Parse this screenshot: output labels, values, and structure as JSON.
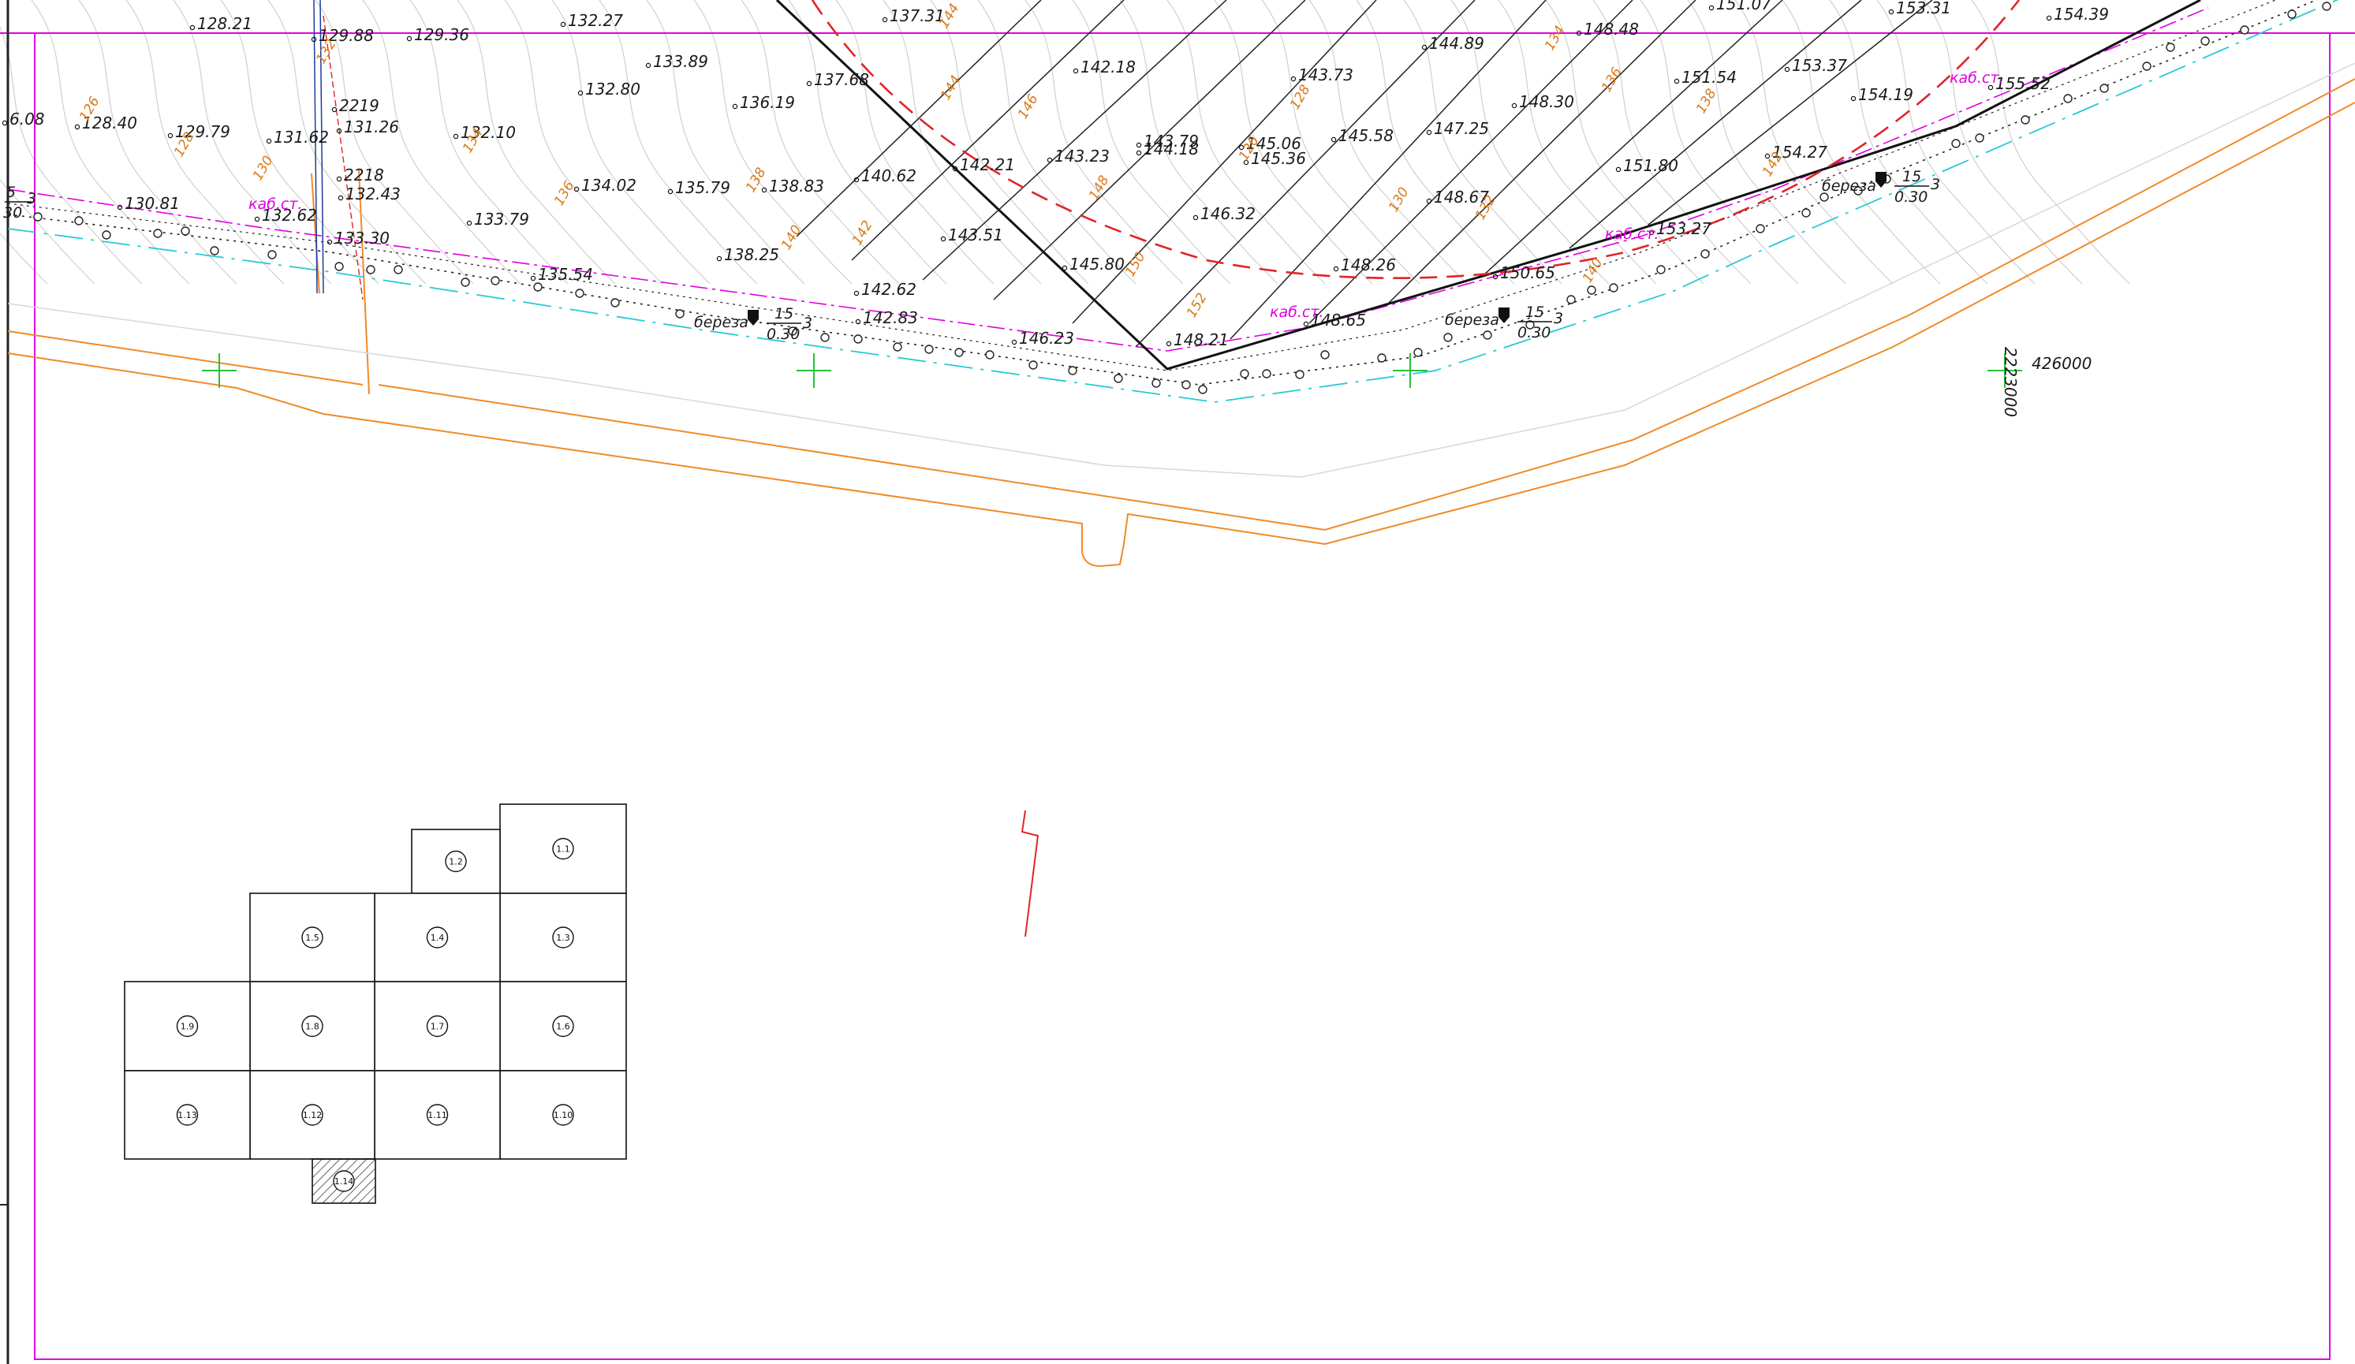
{
  "colors": {
    "frame": "#e000e0",
    "contour": "#c9c9c9",
    "road": "#f08a2a",
    "dashed_red": "#e0242a",
    "curb_cyan": "#29c9d6",
    "grid_cross": "#27c23a",
    "cable": "#e000e0"
  },
  "elevations": [
    {
      "id": "e1",
      "text": "128.21"
    },
    {
      "id": "e2",
      "text": "129.88"
    },
    {
      "id": "e3",
      "text": "129.36"
    },
    {
      "id": "e4",
      "text": "132.27"
    },
    {
      "id": "e5",
      "text": "137.31"
    },
    {
      "id": "e6",
      "text": "6.08"
    },
    {
      "id": "e7",
      "text": "128.40"
    },
    {
      "id": "e8",
      "text": "129.79"
    },
    {
      "id": "e9",
      "text": "131.62"
    },
    {
      "id": "e10",
      "text": "131.26"
    },
    {
      "id": "e11",
      "text": "132.10"
    },
    {
      "id": "e12",
      "text": "133.89"
    },
    {
      "id": "e13",
      "text": "132.80"
    },
    {
      "id": "e14",
      "text": "136.19"
    },
    {
      "id": "e15",
      "text": "137.68"
    },
    {
      "id": "e16",
      "text": "142.18"
    },
    {
      "id": "e17",
      "text": "130.81"
    },
    {
      "id": "e18",
      "text": "132.62"
    },
    {
      "id": "e19",
      "text": "132.43"
    },
    {
      "id": "e20",
      "text": "133.30"
    },
    {
      "id": "e21",
      "text": "133.79"
    },
    {
      "id": "e22",
      "text": "134.02"
    },
    {
      "id": "e23",
      "text": "135.79"
    },
    {
      "id": "e24",
      "text": "138.83"
    },
    {
      "id": "e25",
      "text": "140.62"
    },
    {
      "id": "e26",
      "text": "142.21"
    },
    {
      "id": "e27",
      "text": "143.23"
    },
    {
      "id": "e28",
      "text": "143.79"
    },
    {
      "id": "e29",
      "text": "144.18"
    },
    {
      "id": "e30",
      "text": "145.06"
    },
    {
      "id": "e31",
      "text": "145.36"
    },
    {
      "id": "e32",
      "text": "145.58"
    },
    {
      "id": "e33",
      "text": "143.73"
    },
    {
      "id": "e34",
      "text": "144.89"
    },
    {
      "id": "e35",
      "text": "147.25"
    },
    {
      "id": "e36",
      "text": "148.30"
    },
    {
      "id": "e37",
      "text": "148.48"
    },
    {
      "id": "e38",
      "text": "151.07"
    },
    {
      "id": "e39",
      "text": "151.54"
    },
    {
      "id": "e40",
      "text": "153.37"
    },
    {
      "id": "e41",
      "text": "153.31"
    },
    {
      "id": "e42",
      "text": "154.39"
    },
    {
      "id": "e43",
      "text": "154.19"
    },
    {
      "id": "e44",
      "text": "155.52"
    },
    {
      "id": "e45",
      "text": "154.27"
    },
    {
      "id": "e46",
      "text": "151.80"
    },
    {
      "id": "e47",
      "text": "148.67"
    },
    {
      "id": "e48",
      "text": "146.32"
    },
    {
      "id": "e49",
      "text": "143.51"
    },
    {
      "id": "e50",
      "text": "138.25"
    },
    {
      "id": "e51",
      "text": "135.54"
    },
    {
      "id": "e52",
      "text": "142.62"
    },
    {
      "id": "e53",
      "text": "142.83"
    },
    {
      "id": "e54",
      "text": "146.23"
    },
    {
      "id": "e55",
      "text": "145.80"
    },
    {
      "id": "e56",
      "text": "148.21"
    },
    {
      "id": "e57",
      "text": "148.65"
    },
    {
      "id": "e58",
      "text": "148.26"
    },
    {
      "id": "e59",
      "text": "150.65"
    },
    {
      "id": "e60",
      "text": "153.27"
    },
    {
      "id": "e61",
      "text": "2219"
    },
    {
      "id": "e62",
      "text": "2218"
    }
  ],
  "contour_labels": [
    "126",
    "128",
    "130",
    "132",
    "134",
    "136",
    "138",
    "140",
    "142",
    "144",
    "146",
    "148",
    "150",
    "152"
  ],
  "cable_label": "каб.ст.",
  "tree_label": "береза",
  "tree_fraction": {
    "top": "15",
    "bottom": "0.30",
    "count": "3"
  },
  "left_fragment": {
    "top": "5",
    "bottom": "30",
    "count": "3"
  },
  "grid": {
    "vertical_coord": "2223000",
    "horizontal_coord": "426000"
  },
  "sheet_index": {
    "tiles": [
      {
        "label": "1.1"
      },
      {
        "label": "1.2"
      },
      {
        "label": "1.3"
      },
      {
        "label": "1.4"
      },
      {
        "label": "1.5"
      },
      {
        "label": "1.6"
      },
      {
        "label": "1.7"
      },
      {
        "label": "1.8"
      },
      {
        "label": "1.9"
      },
      {
        "label": "1.10"
      },
      {
        "label": "1.11"
      },
      {
        "label": "1.12"
      },
      {
        "label": "1.13"
      },
      {
        "label": "1.14"
      }
    ],
    "current_sheet": "1.14"
  }
}
